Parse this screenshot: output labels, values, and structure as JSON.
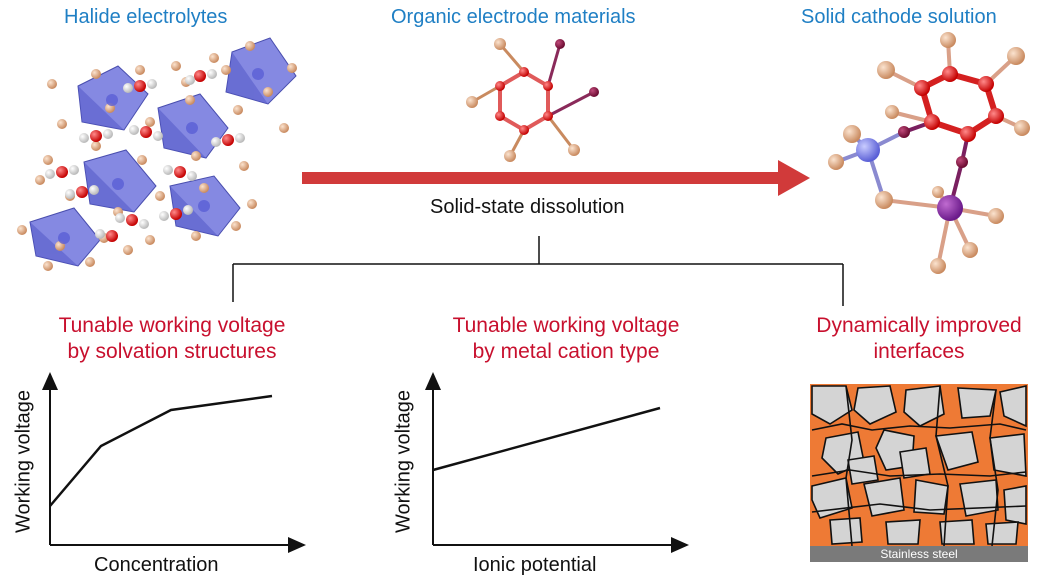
{
  "header": {
    "left_title": "Halide electrolytes",
    "center_title": "Organic electrode materials",
    "right_title": "Solid cathode solution"
  },
  "process": {
    "arrow_label": "Solid-state dissolution"
  },
  "benefits": [
    {
      "line1": "Tunable working voltage",
      "line2": "by solvation structures"
    },
    {
      "line1": "Tunable working voltage",
      "line2": "by metal cation type"
    },
    {
      "line1": "Dynamically improved",
      "line2": "interfaces"
    }
  ],
  "plot_left": {
    "ylabel": "Working voltage",
    "xlabel": "Concentration"
  },
  "plot_middle": {
    "ylabel": "Working voltage",
    "xlabel": "Ionic potential"
  },
  "interface_panel": {
    "substrate_label": "Stainless steel"
  },
  "colors": {
    "title_blue": "#1f7fc4",
    "benefit_red": "#c8102e",
    "arrow_red": "#d13a3a",
    "octahedra": "#7b7fe0",
    "grain_orange": "#ee7a35",
    "grain_gray": "#d4d4d4",
    "substrate": "#7a7a7a"
  }
}
